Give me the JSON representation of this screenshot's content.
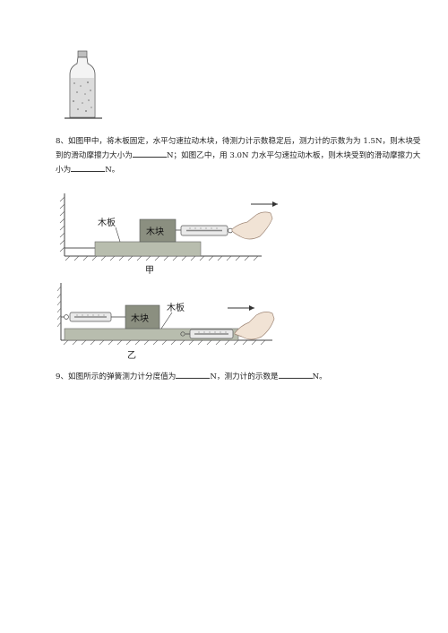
{
  "q8": {
    "part1": "8、如图甲中，将木板固定，水平匀速拉动木块，待测力计示数稳定后，测力计的示数为为 1.5N，则木块受到的滑动摩擦力大小为",
    "part2": "N；如图乙中，用 3.0N 力水平匀速拉动木板，则木块受到的滑动摩擦力大小为",
    "part3": "N。"
  },
  "fig_jia": {
    "board_label": "木板",
    "block_label": "木块",
    "caption": "甲"
  },
  "fig_yi": {
    "board_label": "木板",
    "block_label": "木块",
    "caption": "乙"
  },
  "q9": {
    "part1": "9、如图所示的弹簧测力计分度值为",
    "part2": "N，测力计的示数是",
    "part3": "N。"
  }
}
